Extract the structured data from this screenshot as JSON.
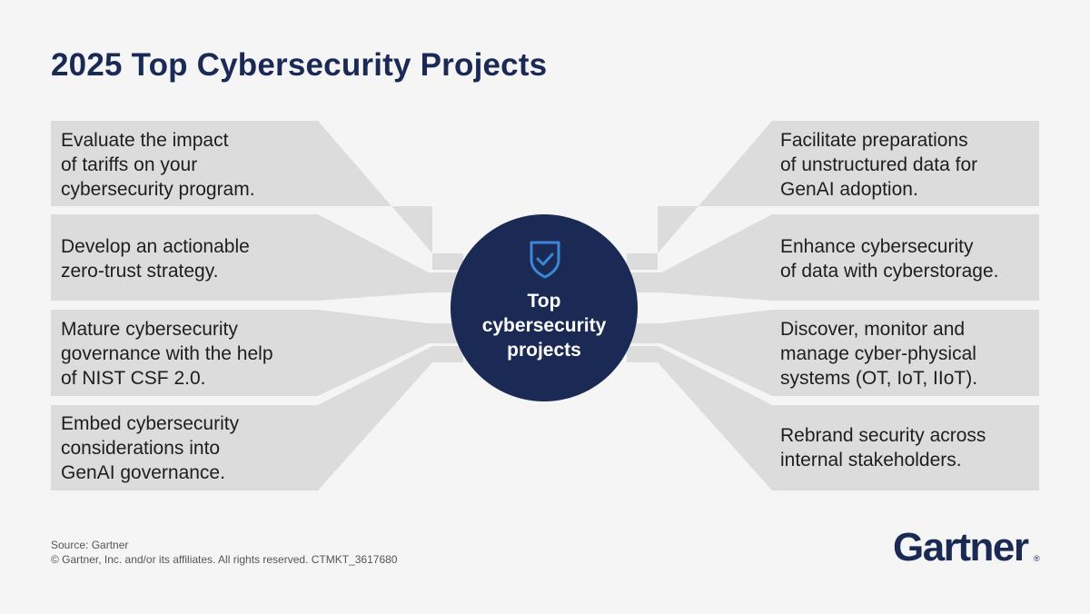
{
  "title": "2025 Top Cybersecurity Projects",
  "center": {
    "icon": "shield-check-icon",
    "label": "Top cybersecurity projects"
  },
  "left_projects": [
    "Evaluate the impact\nof tariffs on your\ncybersecurity program.",
    "Develop an actionable\nzero-trust strategy.",
    "Mature cybersecurity\ngovernance with the help\nof NIST CSF 2.0.",
    "Embed cybersecurity\nconsiderations into\nGenAI governance."
  ],
  "right_projects": [
    "Facilitate preparations\nof unstructured data for\nGenAI adoption.",
    "Enhance cybersecurity\nof data with cyberstorage.",
    "Discover, monitor and\nmanage cyber-physical\nsystems (OT, IoT, IIoT).",
    "Rebrand security across\ninternal stakeholders."
  ],
  "footer": {
    "source": "Source: Gartner",
    "copyright": "© Gartner, Inc. and/or its affiliates. All rights reserved. CTMKT_3617680"
  },
  "logo": {
    "text": "Gartner",
    "mark": "®"
  },
  "colors": {
    "navy": "#1a2a55",
    "panel": "#dcdcdc",
    "background": "#f5f5f6",
    "icon": "#3d86d4"
  }
}
